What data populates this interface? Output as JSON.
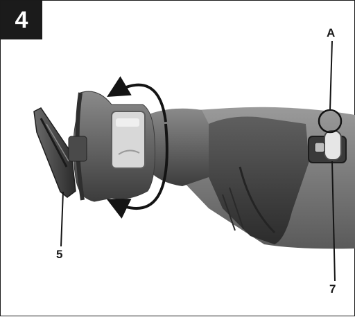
{
  "figure": {
    "number": "4",
    "callouts": {
      "a": "A",
      "five": "5",
      "seven": "7"
    },
    "colors": {
      "badge": "#1b1b1b",
      "tool_body": "#606060",
      "tool_dark": "#3f3f3f",
      "latch": "#d8d8d8"
    }
  }
}
